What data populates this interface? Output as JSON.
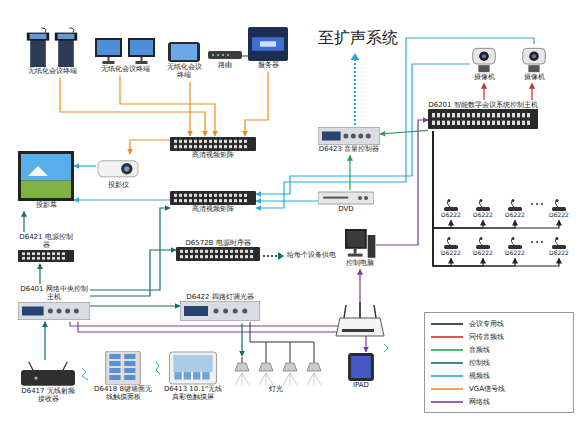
{
  "diagram": {
    "nodes": [
      {
        "text": [
          "无纸化会议终端"
        ]
      },
      {
        "text": [
          "无纸化会议终端"
        ]
      },
      {
        "text": [
          "无纸化会议终端"
        ]
      },
      {
        "text": [
          "路由"
        ]
      },
      {
        "text": [
          "服务器"
        ]
      },
      {
        "text": [
          "摄像机"
        ]
      },
      {
        "text": [
          "摄像机"
        ]
      },
      {
        "text": [
          "高清视频矩阵"
        ]
      },
      {
        "text": [
          "D6423 音量控制器"
        ]
      },
      {
        "text": [
          "D6201 智能数字会议系统控制主机"
        ]
      },
      {
        "text": [
          "投影幕"
        ]
      },
      {
        "text": [
          "投影仪"
        ]
      },
      {
        "text": [
          "高清视频矩阵"
        ]
      },
      {
        "text": [
          "DVD"
        ]
      },
      {
        "text": [
          "D6421 电源控制器"
        ]
      },
      {
        "text": [
          "D6572B 电源时序器"
        ]
      },
      {
        "text": [
          "控制电脑"
        ]
      },
      {
        "text": [
          "D6401 网络中央控制主机"
        ]
      },
      {
        "text": [
          "D6422 四路灯调光器"
        ]
      },
      {
        "text": [
          "灯光"
        ]
      },
      {
        "text": [
          "IPAD"
        ]
      },
      {
        "text": [
          "D6417 无线射频接收器"
        ]
      },
      {
        "text": [
          "D6418 8键墙面无线触摸面板"
        ]
      },
      {
        "text": [
          "D6413 10.1\"无线真彩色触摸屏"
        ]
      },
      {
        "text": [
          "D6222"
        ]
      },
      {
        "text": [
          "D6222"
        ]
      },
      {
        "text": [
          "D6222"
        ]
      },
      {
        "text": [
          "D6222"
        ]
      },
      {
        "text": [
          "D6222"
        ]
      },
      {
        "text": [
          "D6222"
        ]
      },
      {
        "text": [
          "D6222"
        ]
      },
      {
        "text": [
          "D6222"
        ]
      }
    ],
    "edges": [
      {
        "from": 0,
        "to": 7,
        "arrow": "to"
      },
      {
        "from": 1,
        "to": 7,
        "arrow": "to"
      },
      {
        "from": 2,
        "to": 7,
        "arrow": "to"
      },
      {
        "from": 4,
        "to": 7,
        "arrow": "to"
      },
      {
        "from": 7,
        "to": 11,
        "arrow": "to"
      },
      {
        "from": 11,
        "to": 10,
        "arrow": "to"
      },
      {
        "from": 12,
        "to": 10,
        "arrow": "to"
      },
      {
        "from": 13,
        "to": 12,
        "arrow": "to"
      },
      {
        "from": 13,
        "to": 8,
        "arrow": "to"
      },
      {
        "from": 9,
        "to": 8,
        "arrow": "to"
      },
      {
        "from": 9,
        "to": 5,
        "arrow": "to"
      },
      {
        "from": 9,
        "to": 6,
        "arrow": "to"
      },
      {
        "from": 5,
        "to": 12,
        "arrow": "to"
      },
      {
        "from": 6,
        "to": 12,
        "arrow": "to"
      },
      {
        "from": 17,
        "to": 16,
        "arrow": "to"
      },
      {
        "from": 17,
        "to": 20,
        "arrow": "to"
      },
      {
        "from": 17,
        "to": 18,
        "arrow": "to"
      },
      {
        "from": 17,
        "to": 14,
        "arrow": "to"
      },
      {
        "from": 17,
        "to": 15,
        "arrow": "to"
      },
      {
        "from": 17,
        "to": 12,
        "arrow": "to"
      },
      {
        "from": 18,
        "to": 19,
        "arrow": "to"
      },
      {
        "from": 21,
        "to": 17,
        "arrow": "to"
      },
      {
        "from": 16,
        "to": 9,
        "arrow": "to"
      },
      {
        "from": 14,
        "to": 10,
        "arrow": "to"
      },
      {
        "from": 3,
        "to": 4,
        "arrow": "none"
      },
      {
        "from": 9,
        "to": 24,
        "arrow": "to"
      },
      {
        "from": 9,
        "to": 25,
        "arrow": "to"
      },
      {
        "from": 9,
        "to": 26,
        "arrow": "to"
      },
      {
        "from": 9,
        "to": 27,
        "arrow": "to"
      },
      {
        "from": 9,
        "to": 28,
        "arrow": "to"
      },
      {
        "from": 9,
        "to": 29,
        "arrow": "to"
      },
      {
        "from": 9,
        "to": 30,
        "arrow": "to"
      },
      {
        "from": 9,
        "to": 31,
        "arrow": "to"
      }
    ],
    "labels": [
      "至扩声系统",
      "给每个设备供电"
    ],
    "legend": [
      {
        "text": "会议专用线"
      },
      {
        "text": "同传音频线"
      },
      {
        "text": "音频线"
      },
      {
        "text": "控制线"
      },
      {
        "text": "视频线"
      },
      {
        "text": "VGA信号线"
      },
      {
        "text": "网络线"
      }
    ]
  }
}
